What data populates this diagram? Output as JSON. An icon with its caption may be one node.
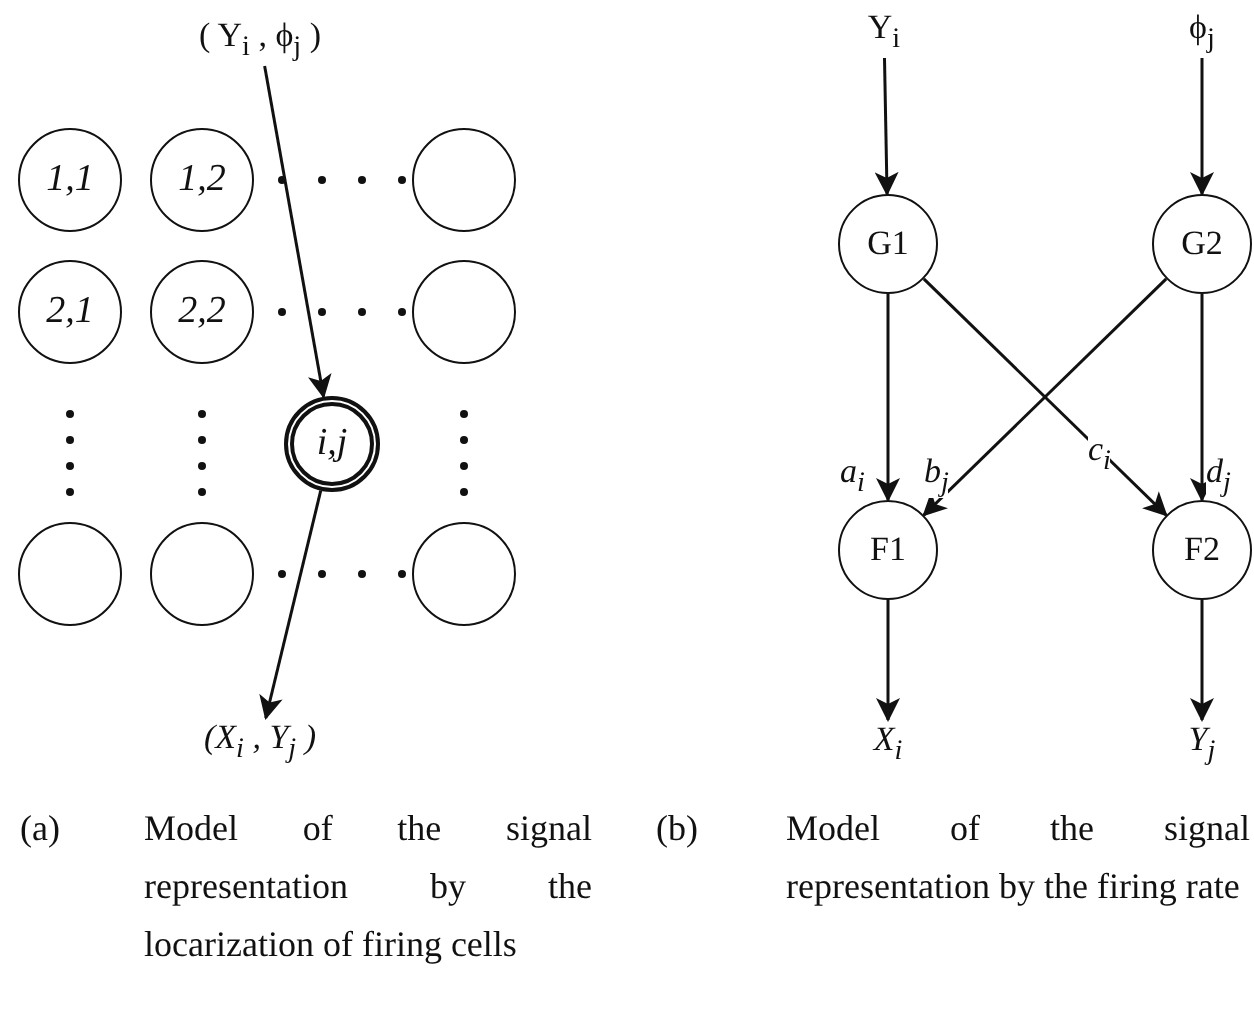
{
  "diagram": {
    "nodes": [
      {
        "text": [
          "( Υ$_{i}$ , ϕ$_{j}$ )"
        ]
      },
      {
        "text": [
          "1,1"
        ]
      },
      {
        "text": [
          "1,2"
        ]
      },
      {
        "text": [],
        "shape": "circle"
      },
      {
        "text": [
          "2,1"
        ]
      },
      {
        "text": [
          "2,2"
        ]
      },
      {
        "text": [],
        "shape": "circle"
      },
      {
        "text": [
          "i,j"
        ]
      },
      {
        "text": [],
        "shape": "circle"
      },
      {
        "text": [],
        "shape": "circle"
      },
      {
        "text": [],
        "shape": "circle"
      },
      {
        "text": [
          "(X$_{i}$ , Y$_{j}$ )"
        ]
      },
      {
        "text": [
          "Υ$_{i}$"
        ]
      },
      {
        "text": [
          "ϕ$_{j}$"
        ]
      },
      {
        "text": [
          "G1"
        ]
      },
      {
        "text": [
          "G2"
        ]
      },
      {
        "text": [
          "F1"
        ]
      },
      {
        "text": [
          "F2"
        ]
      },
      {
        "text": [
          "X$_{i}$"
        ]
      },
      {
        "text": [
          "Y$_{j}$"
        ]
      }
    ],
    "edges": [
      {
        "from": 0,
        "to": 7,
        "arrow": "to"
      },
      {
        "from": 7,
        "to": 11,
        "arrow": "to"
      },
      {
        "from": 12,
        "to": 14,
        "arrow": "to"
      },
      {
        "from": 13,
        "to": 15,
        "arrow": "to"
      },
      {
        "from": 14,
        "to": 16,
        "arrow": "to",
        "label": "a$_{i}$"
      },
      {
        "from": 15,
        "to": 16,
        "arrow": "to",
        "label": "b$_{j}$"
      },
      {
        "from": 14,
        "to": 17,
        "arrow": "to",
        "label": "c$_{i}$"
      },
      {
        "from": 15,
        "to": 17,
        "arrow": "to",
        "label": "d$_{j}$"
      },
      {
        "from": 16,
        "to": 18,
        "arrow": "to"
      },
      {
        "from": 17,
        "to": 19,
        "arrow": "to"
      }
    ],
    "labels": [
      "(a)",
      "Model of the signal representation by the locarization of firing cells",
      "(b)",
      "Model of the signal representation by the firing rate"
    ]
  }
}
